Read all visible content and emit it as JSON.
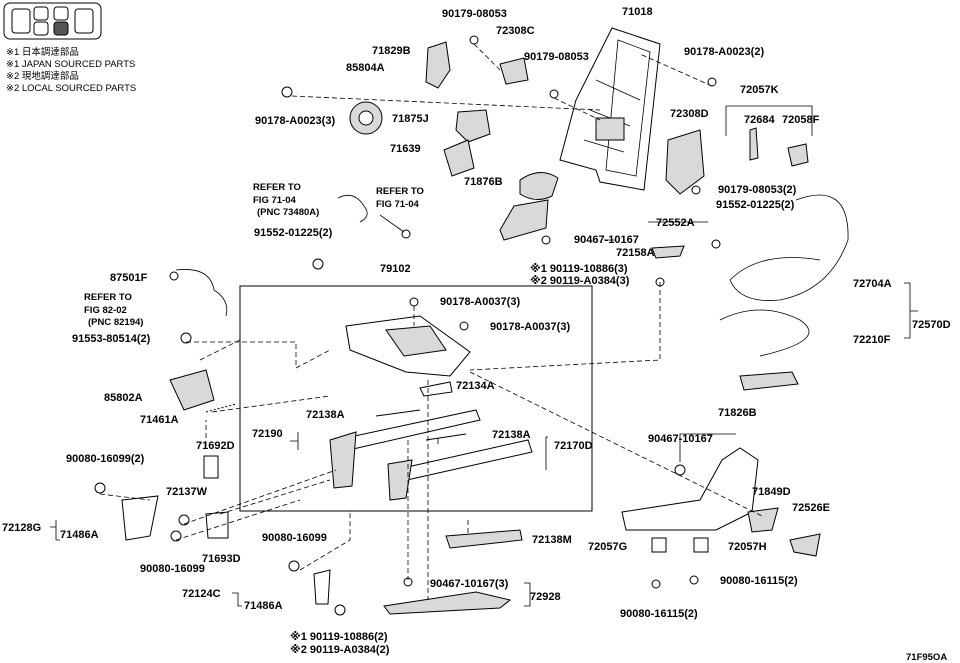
{
  "legend": {
    "lines": [
      "※1 日本調達部品",
      "※1 JAPAN SOURCED PARTS",
      "※2 現地調達部品",
      "※2 LOCAL SOURCED PARTS"
    ]
  },
  "figure_code": "71F95OA",
  "labels": {
    "p90179_08053_top": "90179-08053",
    "p72308C": "72308C",
    "p71018": "71018",
    "p90179_08053_b": "90179-08053",
    "p90178_A0023_2": "90178-A0023(2)",
    "p71829B": "71829B",
    "p85804A": "85804A",
    "p72057K": "72057K",
    "p90178_A0023_3": "90178-A0023(3)",
    "p71875J": "71875J",
    "p72308D": "72308D",
    "p72684": "72684",
    "p72058F": "72058F",
    "p71639": "71639",
    "p71876B": "71876B",
    "p90179_08053_2": "90179-08053(2)",
    "p91552_01225_2_right": "91552-01225(2)",
    "refer_to_1": "REFER TO",
    "fig_71_04_1": "FIG 71-04",
    "pnc_73480A": "(PNC 73480A)",
    "refer_to_2": "REFER TO",
    "fig_71_04_2": "FIG 71-04",
    "p72552A": "72552A",
    "p90467_10167_top": "90467-10167",
    "p91552_01225_2_left": "91552-01225(2)",
    "p72158A": "72158A",
    "p79102": "79102",
    "p90119_10886_3": "※1 90119-10886(3)",
    "p90119_A0384_3": "※2 90119-A0384(3)",
    "p87501F": "87501F",
    "p72704A": "72704A",
    "refer_to_3": "REFER TO",
    "fig_82_02": "FIG 82-02",
    "pnc_82194": "(PNC 82194)",
    "p90178_A0037_3_a": "90178-A0037(3)",
    "p90178_A0037_3_b": "90178-A0037(3)",
    "p72570D": "72570D",
    "p91553_80514_2": "91553-80514(2)",
    "p72210F": "72210F",
    "p72134A": "72134A",
    "p85802A": "85802A",
    "p71461A": "71461A",
    "p72138A_left": "72138A",
    "p72190": "72190",
    "p72138A_right": "72138A",
    "p72170D": "72170D",
    "p71826B": "71826B",
    "p71692D": "71692D",
    "p90467_10167_right": "90467-10167",
    "p90080_16099_2": "90080-16099(2)",
    "p72137W": "72137W",
    "p71849D": "71849D",
    "p72526E": "72526E",
    "p72128G": "72128G",
    "p71486A_left": "71486A",
    "p72138M": "72138M",
    "p90080_16099_bottom": "90080-16099",
    "p71693D": "71693D",
    "p90080_16099_mid": "90080-16099",
    "p72057G": "72057G",
    "p72057H": "72057H",
    "p72124C": "72124C",
    "p71486A_bottom": "71486A",
    "p90467_10167_3": "90467-10167(3)",
    "p72928": "72928",
    "p90080_16115_2_right": "90080-16115(2)",
    "p90080_16115_2_bottom": "90080-16115(2)",
    "p90119_10886_2": "※1 90119-10886(2)",
    "p90119_A0384_2": "※2 90119-A0384(2)"
  }
}
